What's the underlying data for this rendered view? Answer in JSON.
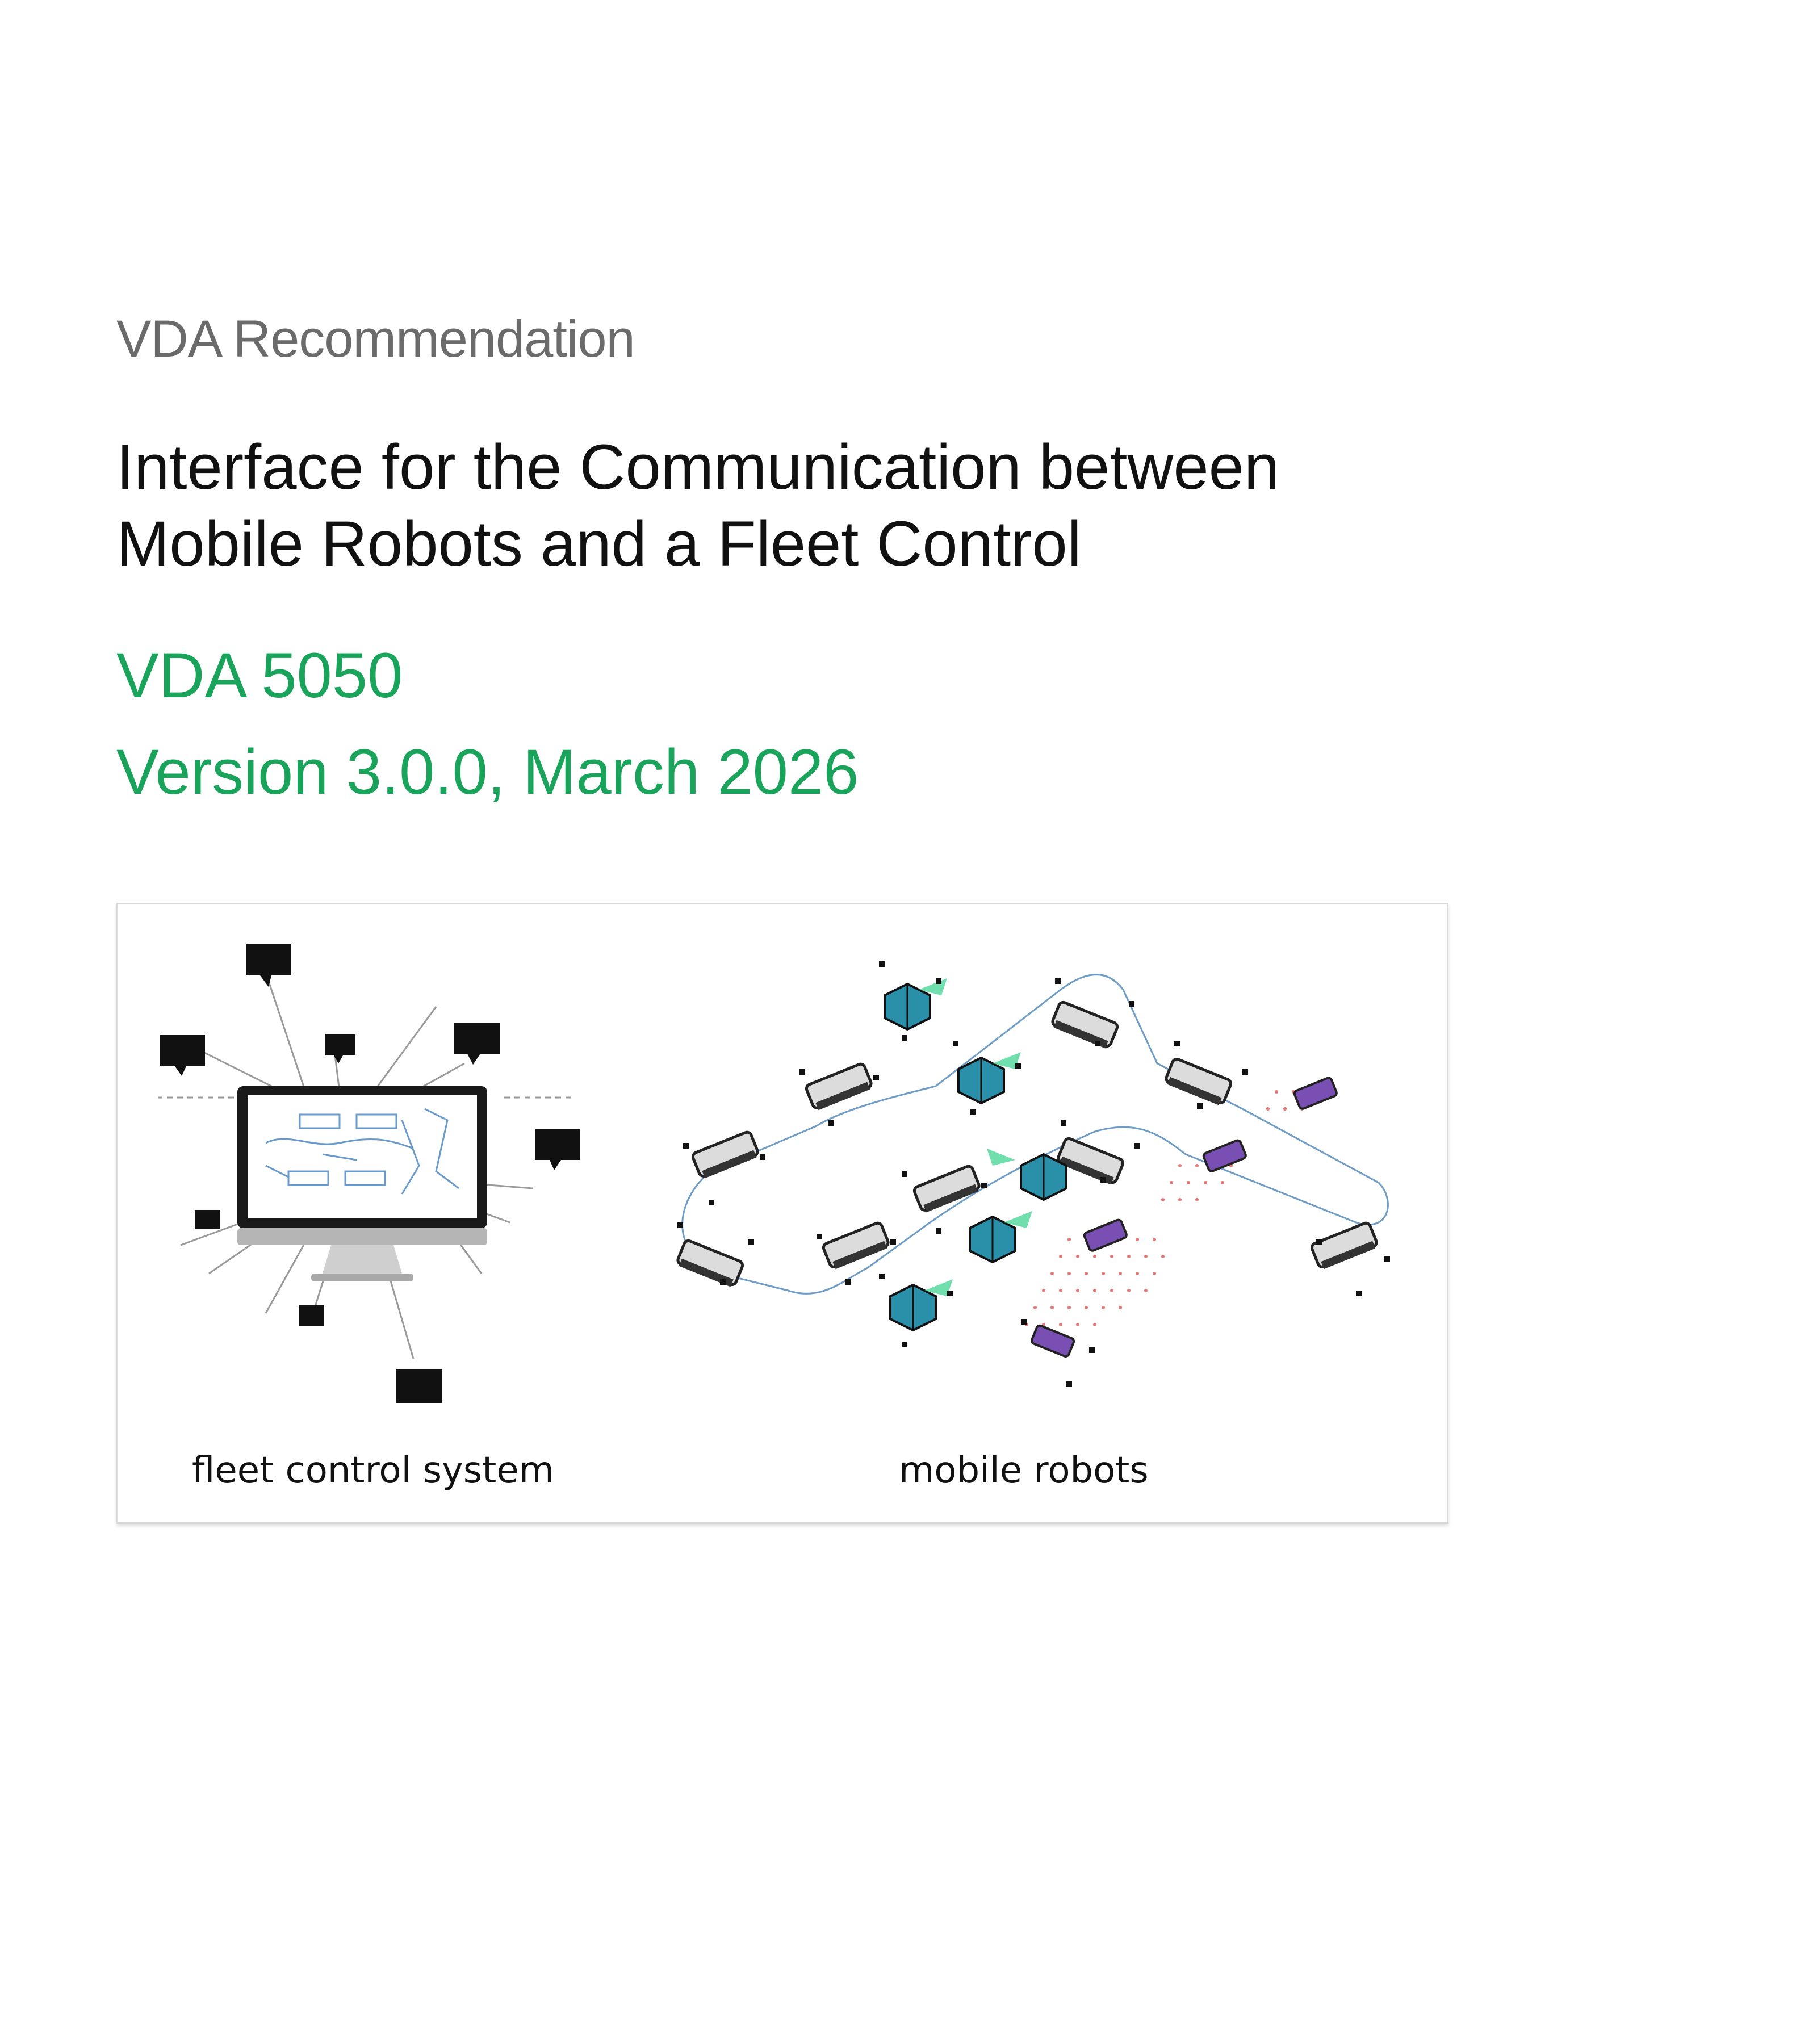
{
  "header": {
    "kicker": "VDA Recommendation"
  },
  "title": {
    "line1": "Interface for the Communication between",
    "line2": "Mobile Robots and a Fleet Control"
  },
  "standard": {
    "id": "VDA 5050",
    "version": "Version 3.0.0, March 2026"
  },
  "figure": {
    "caption_left": "fleet control system",
    "caption_right": "mobile robots"
  },
  "colors": {
    "accent_green": "#1aa35a",
    "kicker_gray": "#6b6b6b",
    "robot_purple": "#7a4fb3",
    "robot_teal": "#2a8fa8",
    "grid_red": "#e06060"
  }
}
